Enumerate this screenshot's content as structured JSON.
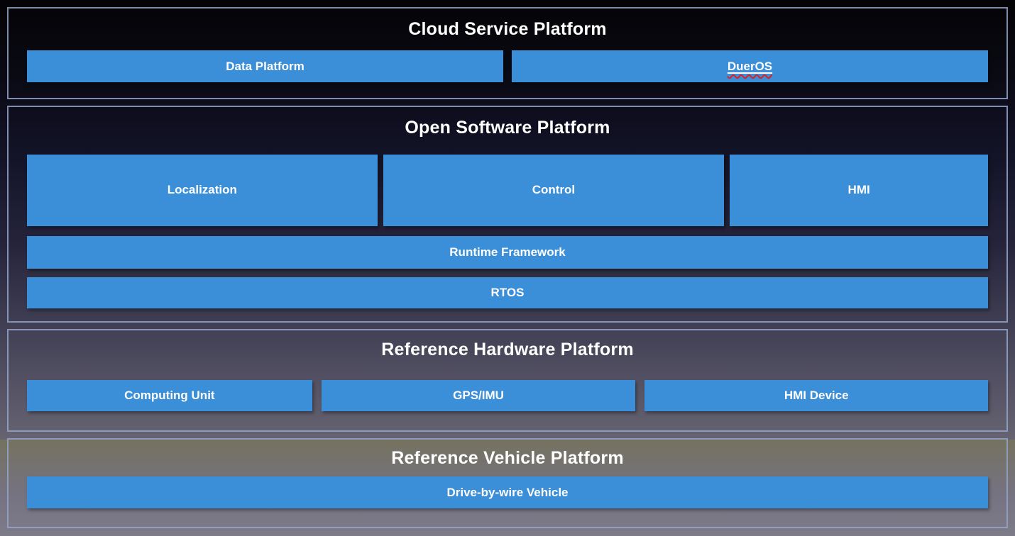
{
  "diagram": {
    "cloud": {
      "title": "Cloud Service Platform",
      "data_platform": "Data Platform",
      "dueros": "DuerOS"
    },
    "software": {
      "title": "Open Software Platform",
      "localization": "Localization",
      "control": "Control",
      "hmi": "HMI",
      "runtime_framework": "Runtime Framework",
      "rtos": "RTOS"
    },
    "hardware": {
      "title": "Reference Hardware Platform",
      "computing_unit": "Computing Unit",
      "gps_imu": "GPS/IMU",
      "hmi_device": "HMI Device"
    },
    "vehicle": {
      "title": "Reference Vehicle Platform",
      "drive_by_wire": "Drive-by-wire Vehicle"
    }
  },
  "colors": {
    "box_blue": "#3a8fd8",
    "section_border": "#94a5c9",
    "title_text": "#ffffff",
    "box_text": "#ffffff",
    "spellcheck_squiggle_red": "#e02020",
    "background_top": "#040406",
    "background_bottom": "#7e7b89"
  }
}
